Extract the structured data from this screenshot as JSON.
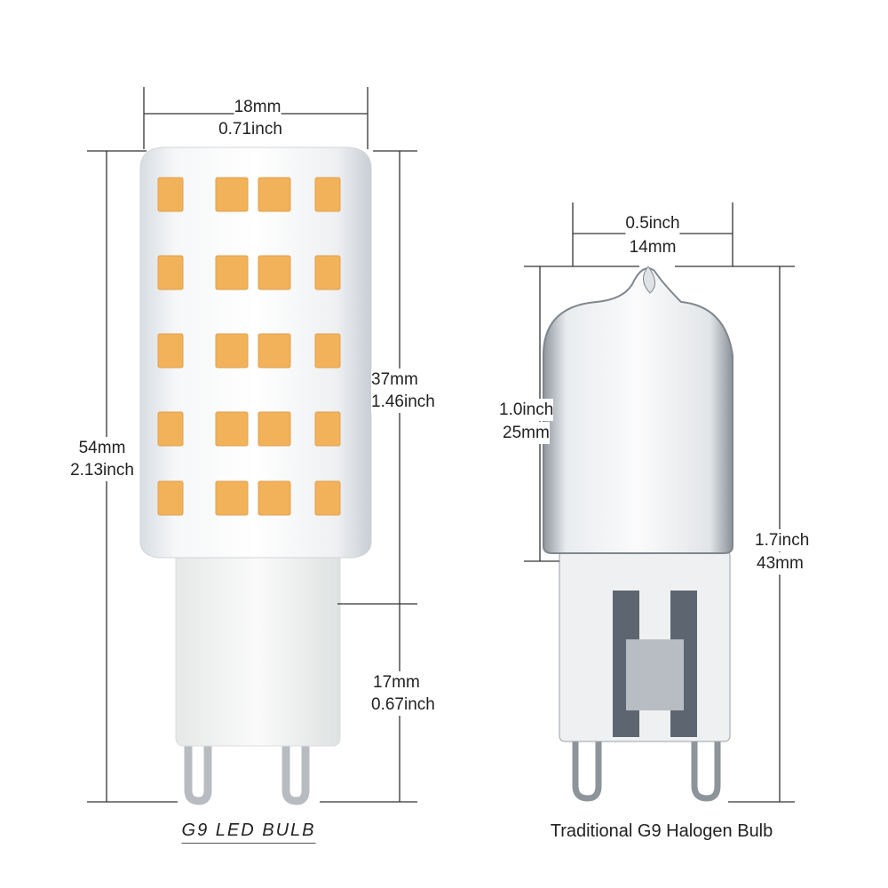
{
  "led_bulb": {
    "caption": "G9 LED BULB",
    "width_mm": "18mm",
    "width_inch": "0.71inch",
    "height_mm": "54mm",
    "height_inch": "2.13inch",
    "body_mm": "37mm",
    "body_inch": "1.46inch",
    "base_mm": "17mm",
    "base_inch": "0.67inch",
    "led_color": "#f2b25a"
  },
  "halogen_bulb": {
    "caption": "Traditional G9 Halogen Bulb",
    "width_inch": "0.5inch",
    "width_mm": "14mm",
    "body_inch": "1.0inch",
    "body_mm": "25mm",
    "height_inch": "1.7inch",
    "height_mm": "43mm"
  }
}
